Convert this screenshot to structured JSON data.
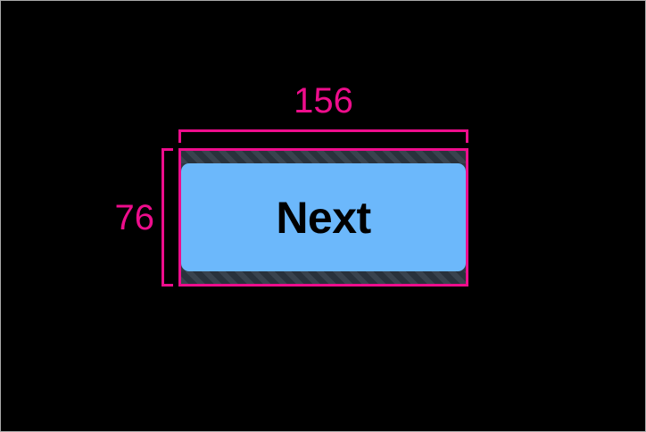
{
  "overlay": {
    "background_color": "#000000",
    "frame_border_color": "#a8a8a8",
    "accent_color": "#ee0d8c",
    "hatch_color": "#2e3842",
    "hatch_stripe_color": "#39434e"
  },
  "measurements": {
    "width_label": "156",
    "height_label": "76",
    "unit": "px"
  },
  "element": {
    "type": "button",
    "label": "Next",
    "fill_color": "#6cb8fb",
    "text_color": "#000000",
    "bounds_stroke_color": "#ee0d8c"
  },
  "padding": {
    "top_band_name": "padding-top",
    "bottom_band_name": "padding-bottom"
  }
}
